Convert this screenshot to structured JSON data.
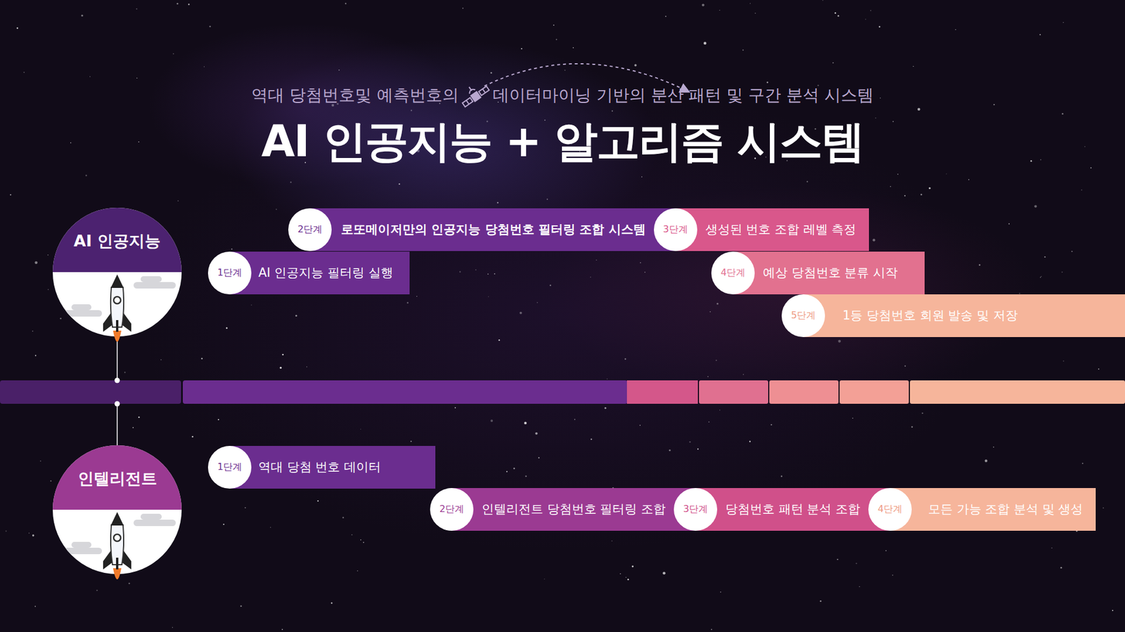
{
  "diagram": {
    "title": "AI 인공지능 + 알고리즘 시스템",
    "nodes": [
      {
        "text": [
          "AI 인공지능"
        ]
      },
      {
        "text": [
          "1단계",
          "AI 인공지능 필터링 실행"
        ]
      },
      {
        "text": [
          "2단계",
          "로또메이저만의 인공지능 당첨번호 필터링 조합 시스템"
        ]
      },
      {
        "text": [
          "3단계",
          "생성된 번호 조합 레벨 측정"
        ]
      },
      {
        "text": [
          "4단계",
          "예상 당첨번호 분류 시작"
        ]
      },
      {
        "text": [
          "5단계",
          "1등 당첨번호 회원 발송 및 저장"
        ]
      },
      {
        "text": [
          "인텔리전트"
        ]
      },
      {
        "text": [
          "1단계",
          "역대 당첨 번호 데이터"
        ]
      },
      {
        "text": [
          "2단계",
          "인텔리전트 당첨번호 필터링 조합"
        ]
      },
      {
        "text": [
          "3단계",
          "당첨번호 패턴 분석 조합"
        ]
      },
      {
        "text": [
          "4단계",
          "모든 가능 조합 분석 및 생성"
        ]
      }
    ],
    "edges": [
      {
        "from": 0,
        "to": 6,
        "arrow": "none"
      }
    ],
    "labels": [
      "역대 당첨번호및 예측번호의",
      "데이터마이닝 기반의 분산 패턴 및 구간 분석 시스템"
    ]
  }
}
